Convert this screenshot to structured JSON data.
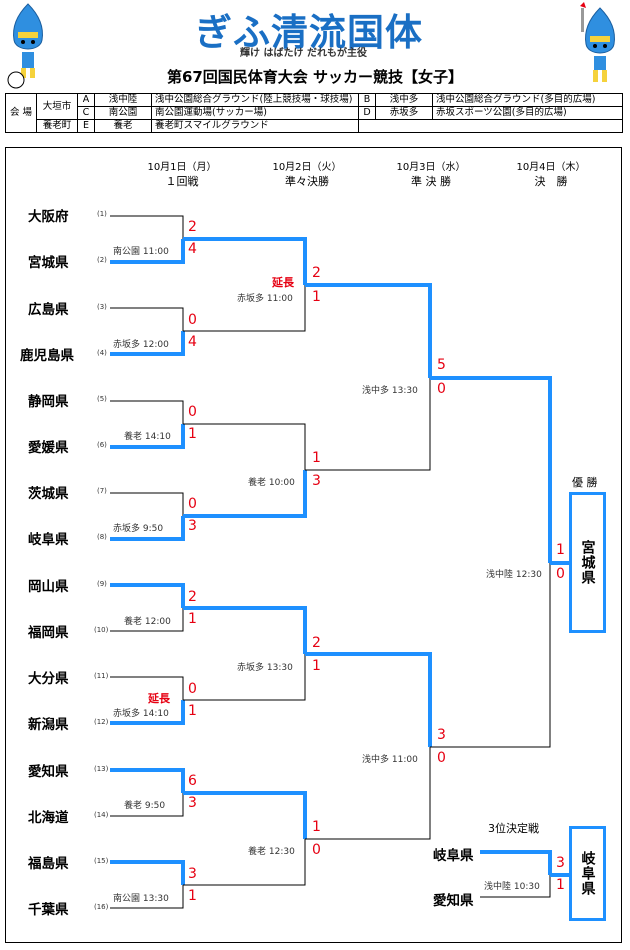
{
  "header": {
    "logo": "ぎふ清流国体",
    "slogan": "輝け はばたけ だれもが主役",
    "title": "第67回国民体育大会 サッカー競技【女子】"
  },
  "venues": {
    "label": "会 場",
    "city1": "大垣市",
    "city2": "養老町",
    "rows": [
      {
        "code": "A",
        "short": "浅中陸",
        "name": "浅中公園総合グラウンド(陸上競技場・球技場)",
        "code2": "B",
        "short2": "浅中多",
        "name2": "浅中公園総合グラウンド(多目的広場)"
      },
      {
        "code": "C",
        "short": "南公園",
        "name": "南公園運動場(サッカー場)",
        "code2": "D",
        "short2": "赤坂多",
        "name2": "赤坂スポーツ公園(多目的広場)"
      },
      {
        "code": "E",
        "short": "養老",
        "name": "養老町スマイルグラウンド"
      }
    ]
  },
  "dates": [
    {
      "date": "10月1日（月）",
      "round": "１回戦"
    },
    {
      "date": "10月2日（火）",
      "round": "準々決勝"
    },
    {
      "date": "10月3日（水）",
      "round": "準 決 勝"
    },
    {
      "date": "10月4日（木）",
      "round": "決　勝"
    }
  ],
  "teams": [
    {
      "name": "大阪府",
      "num": "(1)"
    },
    {
      "name": "宮城県",
      "num": "(2)"
    },
    {
      "name": "広島県",
      "num": "(3)"
    },
    {
      "name": "鹿児島県",
      "num": "(4)"
    },
    {
      "name": "静岡県",
      "num": "(5)"
    },
    {
      "name": "愛媛県",
      "num": "(6)"
    },
    {
      "name": "茨城県",
      "num": "(7)"
    },
    {
      "name": "岐阜県",
      "num": "(8)"
    },
    {
      "name": "岡山県",
      "num": "(9)"
    },
    {
      "name": "福岡県",
      "num": "(10)"
    },
    {
      "name": "大分県",
      "num": "(11)"
    },
    {
      "name": "新潟県",
      "num": "(12)"
    },
    {
      "name": "愛知県",
      "num": "(13)"
    },
    {
      "name": "北海道",
      "num": "(14)"
    },
    {
      "name": "福島県",
      "num": "(15)"
    },
    {
      "name": "千葉県",
      "num": "(16)"
    }
  ],
  "round1": [
    {
      "info": "南公園 11:00",
      "s1": "2",
      "s2": "4"
    },
    {
      "info": "赤坂多 12:00",
      "s1": "0",
      "s2": "4"
    },
    {
      "info": "養老 14:10",
      "s1": "0",
      "s2": "1"
    },
    {
      "info": "赤坂多 9:50",
      "s1": "0",
      "s2": "3"
    },
    {
      "info": "養老 12:00",
      "s1": "2",
      "s2": "1"
    },
    {
      "info": "赤坂多 14:10",
      "s1": "0",
      "s2": "1",
      "ext": "延長"
    },
    {
      "info": "養老 9:50",
      "s1": "6",
      "s2": "3"
    },
    {
      "info": "南公園 13:30",
      "s1": "3",
      "s2": "1"
    }
  ],
  "qf": [
    {
      "info": "赤坂多 11:00",
      "s1": "2",
      "s2": "1",
      "ext": "延長"
    },
    {
      "info": "養老 10:00",
      "s1": "1",
      "s2": "3"
    },
    {
      "info": "赤坂多 13:30",
      "s1": "2",
      "s2": "1"
    },
    {
      "info": "養老 12:30",
      "s1": "1",
      "s2": "0"
    }
  ],
  "sf": [
    {
      "info": "浅中多 13:30",
      "s1": "5",
      "s2": "0"
    },
    {
      "info": "浅中多 11:00",
      "s1": "3",
      "s2": "0"
    }
  ],
  "final": {
    "info": "浅中陸 12:30",
    "s1": "1",
    "s2": "0",
    "label": "優 勝",
    "winner": "宮城県"
  },
  "third": {
    "label": "3位決定戦",
    "team1": "岐阜県",
    "team2": "愛知県",
    "info": "浅中陸 10:30",
    "s1": "3",
    "s2": "1",
    "winner": "岐阜県"
  },
  "colors": {
    "win": "#1e90ff",
    "lose": "#000000",
    "score": "#e60012",
    "logo": "#1a6fc4"
  }
}
